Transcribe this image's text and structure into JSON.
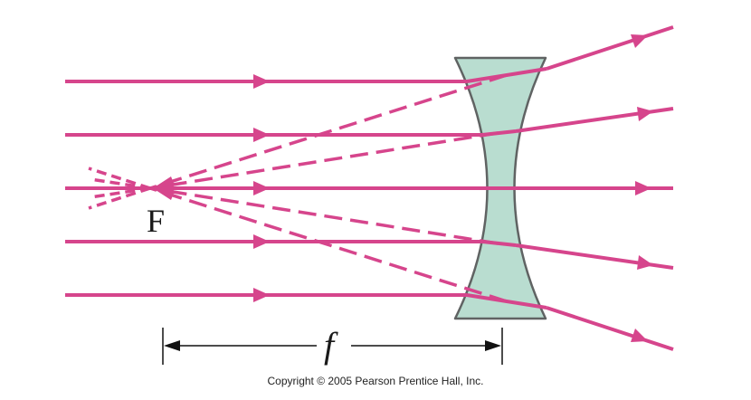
{
  "diagram": {
    "focal_point_label": "F",
    "focal_length_label": "f"
  },
  "footer": {
    "copyright": "Copyright © 2005 Pearson Prentice Hall, Inc."
  },
  "colors": {
    "ray": "#d6458c",
    "lens_fill": "#b9ddd0",
    "lens_stroke": "#606363",
    "dimension_line": "#111111"
  }
}
